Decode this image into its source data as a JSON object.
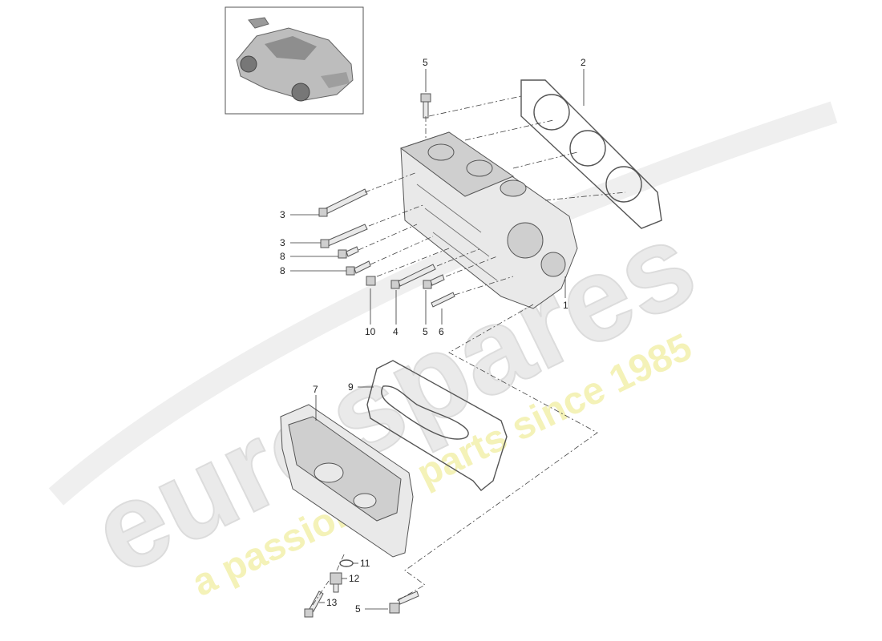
{
  "watermark": {
    "brand": "eurospares",
    "tagline": "a passion for parts since 1985",
    "brand_color": "#e6e6e6",
    "tagline_color": "#f2f0a8"
  },
  "thumbnail": {
    "icon": "car-thumbnail-icon"
  },
  "parts": {
    "cylinder_head": "1",
    "head_gasket": "2",
    "bolt_3a": "3",
    "bolt_3b": "3",
    "bolt_4": "4",
    "bolt_5_top": "5",
    "bolt_5_mid": "5",
    "bolt_5_bottom": "5",
    "stud_6": "6",
    "cam_cover": "7",
    "bolt_8a": "8",
    "bolt_8b": "8",
    "cover_gasket": "9",
    "bolt_10": "10",
    "seal_11": "11",
    "sensor_12": "12",
    "bolt_13": "13"
  }
}
